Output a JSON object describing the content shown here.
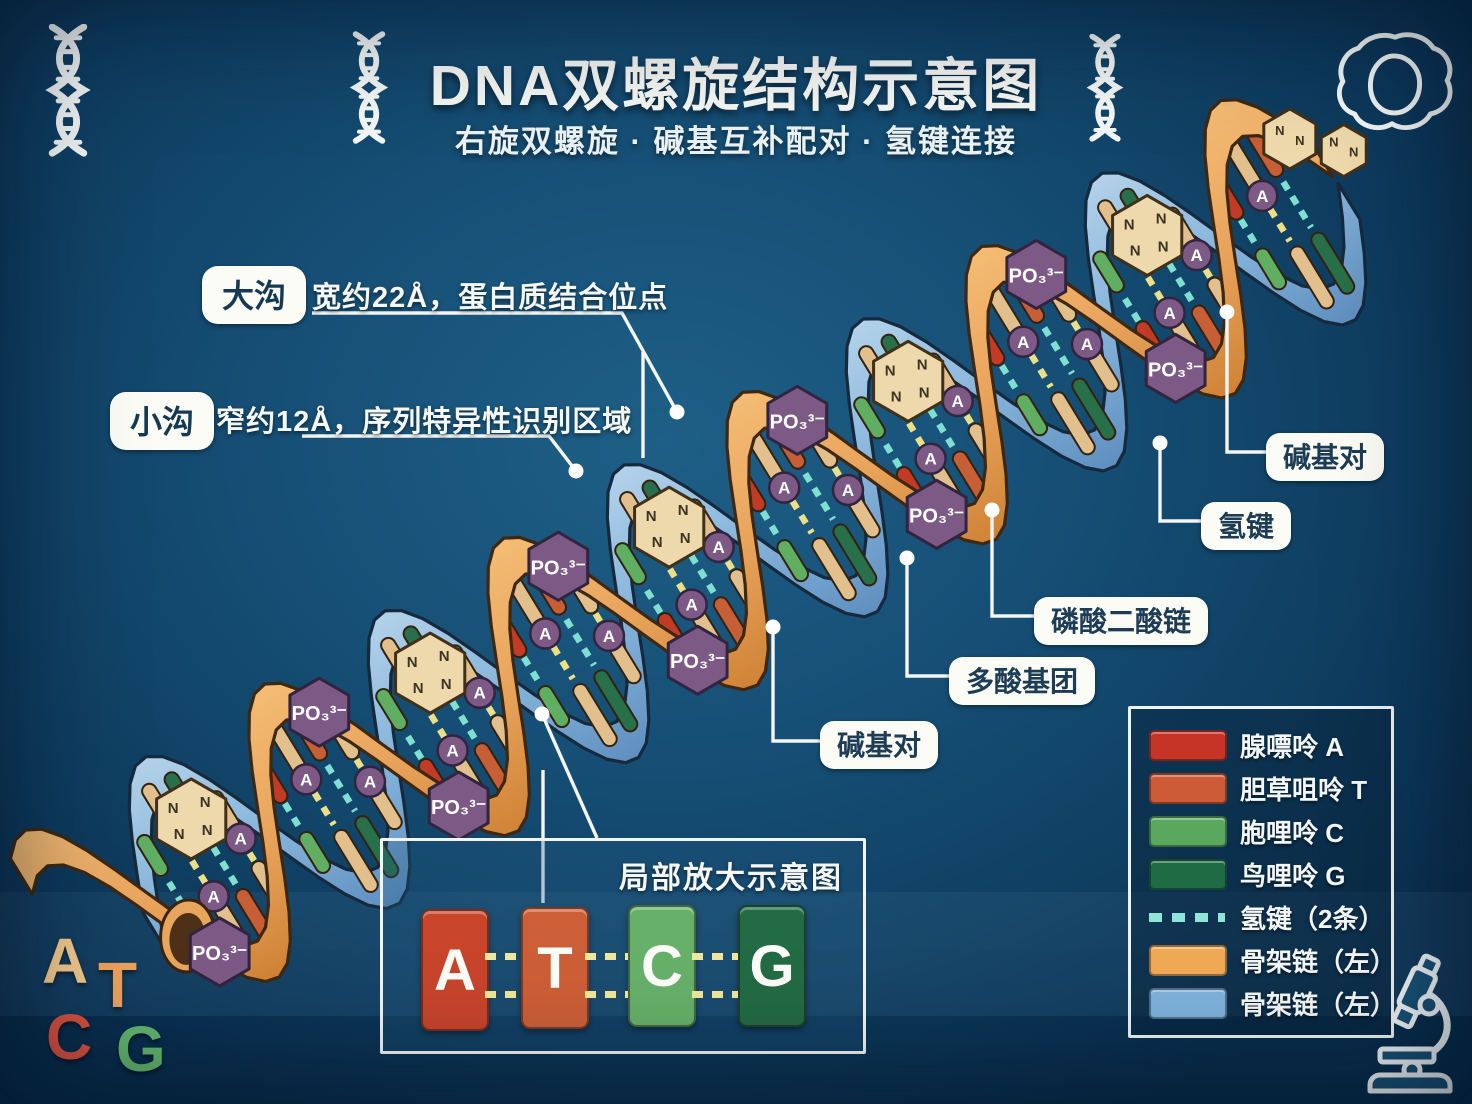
{
  "header": {
    "title": "DNA双螺旋结构示意图",
    "subtitle": "右旋双螺旋 · 碱基互补配对 · 氢键连接"
  },
  "callouts": {
    "major_groove": {
      "badge": "大沟",
      "desc": "宽约22Å，蛋白质结合位点"
    },
    "minor_groove": {
      "badge": "小沟",
      "desc": "窄约12Å，序列特异性识别区域"
    },
    "base_pair_right": {
      "label": "碱基对"
    },
    "hydrogen_bond": {
      "label": "氢键"
    },
    "phosphodiester_chain": {
      "label": "磷酸二酸链"
    },
    "phosphate_group": {
      "label": "多酸基团"
    },
    "base_pair_left": {
      "label": "碱基对"
    }
  },
  "inset": {
    "title": "局部放大示意图",
    "bases": [
      {
        "letter": "A",
        "color": "#c8452c"
      },
      {
        "letter": "T",
        "color": "#cd5f38"
      },
      {
        "letter": "C",
        "color": "#67b06a"
      },
      {
        "letter": "G",
        "color": "#226b45"
      }
    ]
  },
  "legend": {
    "items": [
      {
        "label": "腺嘌呤 A",
        "swatch": "#c63327"
      },
      {
        "label": "胆草咀呤 T",
        "swatch": "#cd5b38"
      },
      {
        "label": "胞哩呤 C",
        "swatch": "#5aa85e"
      },
      {
        "label": "鸟哩呤 G",
        "swatch": "#1f6b43"
      },
      {
        "label": "氢键（2条）",
        "swatch": "#8fe5d8"
      },
      {
        "label": "骨架链（左）",
        "swatch": "#f0a955"
      },
      {
        "label": "骨架链（左）",
        "swatch": "#7fb2dd"
      }
    ]
  },
  "corner_letters": [
    {
      "char": "A",
      "color": "#f3c98b"
    },
    {
      "char": "T",
      "color": "#eca05c"
    },
    {
      "char": "C",
      "color": "#d8503f"
    },
    {
      "char": "G",
      "color": "#63b56d"
    }
  ],
  "helix": {
    "po3_label": "PO₃³⁻",
    "adenine_label": "A",
    "nitrogen_label": "N"
  },
  "colors": {
    "background": "#12476b",
    "backbone_left_orange": "#e9a45c",
    "backbone_right_blue": "#7fb2dd",
    "hydrogen_dash_teal": "#7fdfd0",
    "hydrogen_dash_yellow": "#ecdf86",
    "phosphate_purple": "#7c5a85"
  }
}
